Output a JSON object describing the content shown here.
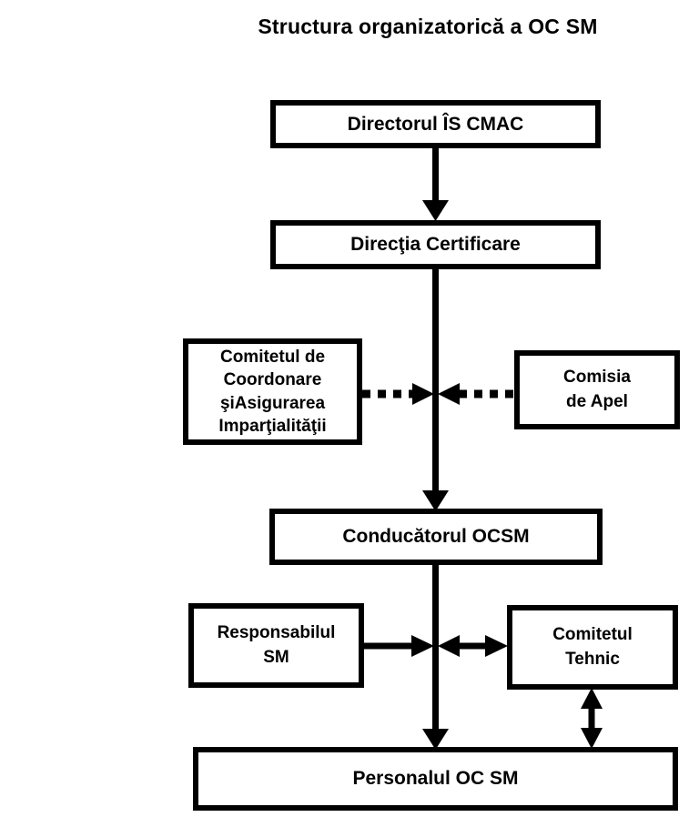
{
  "title": "Structura organizatorică a OC SM",
  "colors": {
    "ink": "#000000",
    "background": "#ffffff"
  },
  "nodes": {
    "director": {
      "label": "Directorul ÎS CMAC"
    },
    "directia_certificare": {
      "label": "Direcţia Certificare"
    },
    "comitet_coordonare": {
      "label": "Comitetul de\nCoordonare\nşiAsigurarea\nImparţialităţii"
    },
    "comisia_apel": {
      "label": "Comisia\nde Apel"
    },
    "conducator_ocsm": {
      "label": "Conducătorul OCSM"
    },
    "responsabil_sm": {
      "label": "Responsabilul\nSM"
    },
    "comitet_tehnic": {
      "label": "Comitetul\nTehnic"
    },
    "personal_ocsm": {
      "label": "Personalul OC SM"
    }
  },
  "edges": [
    {
      "from": "director",
      "to": "directia_certificare",
      "style": "solid",
      "arrow": "to"
    },
    {
      "from": "directia_certificare",
      "to": "conducator_ocsm",
      "style": "solid",
      "arrow": "to"
    },
    {
      "from": "comitet_coordonare",
      "to": "central-line",
      "style": "dotted",
      "arrow": "to"
    },
    {
      "from": "comisia_apel",
      "to": "central-line",
      "style": "dotted",
      "arrow": "to"
    },
    {
      "from": "conducator_ocsm",
      "to": "personal_ocsm",
      "style": "solid",
      "arrow": "to"
    },
    {
      "from": "responsabil_sm",
      "to": "central-line",
      "style": "solid",
      "arrow": "to"
    },
    {
      "from": "central-line",
      "to": "comitet_tehnic",
      "style": "solid",
      "arrow": "both"
    },
    {
      "from": "comitet_tehnic",
      "to": "personal_ocsm",
      "style": "solid",
      "arrow": "both"
    }
  ]
}
